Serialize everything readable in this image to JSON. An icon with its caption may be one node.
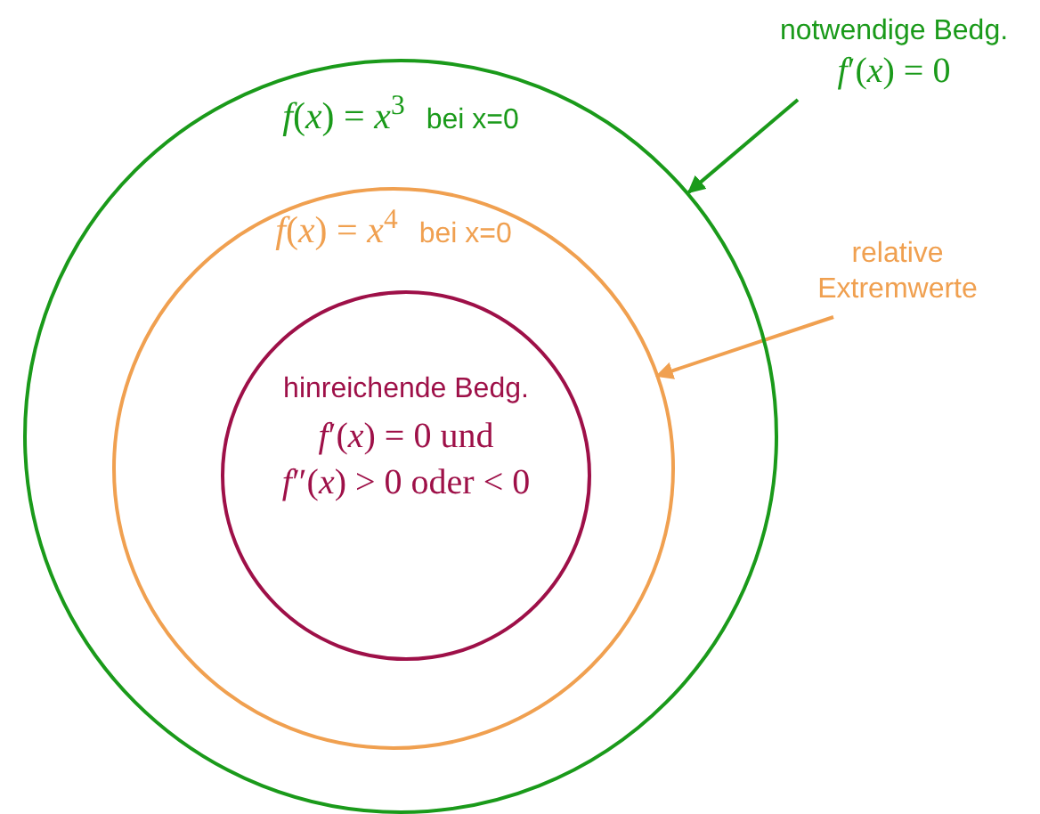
{
  "diagram": {
    "nodes": [
      {
        "text": [
          "*f*(*x*) = *x*$^{3}$",
          "bei x=0"
        ]
      },
      {
        "text": [
          "*f*(*x*) = *x*$^{4}$",
          "bei x=0"
        ],
        "in": 0
      },
      {
        "text": [
          "hinreichende Bedg.",
          "*f*′(*x*) = 0 und",
          "*f*″(*x*) > 0 oder < 0"
        ],
        "in": 1
      },
      {
        "text": [
          "notwendige Bedg.",
          "*f*′(*x*) = 0"
        ]
      },
      {
        "text": [
          "relative Extremwerte"
        ]
      }
    ],
    "edges": [
      {
        "from": 3,
        "to": 0,
        "arrow": "to",
        "color": "#1a9a1a"
      },
      {
        "from": 4,
        "to": 1,
        "arrow": "to",
        "color": "#f0a050"
      }
    ]
  }
}
